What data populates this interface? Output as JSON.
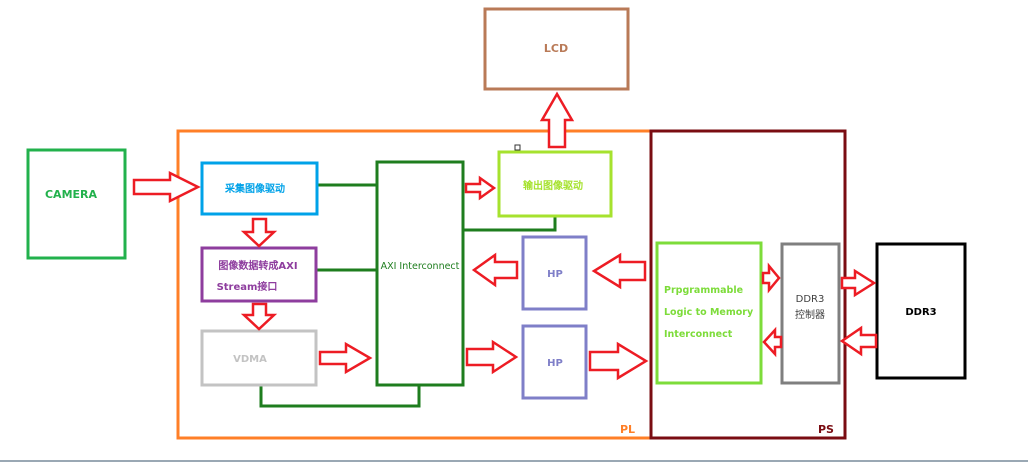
{
  "colors": {
    "camera": "#22b14c",
    "capture": "#00a2e8",
    "convert": "#8e3d9e",
    "vdma": "#c3c3c3",
    "axi": "#1e7d1e",
    "output": "#a6e22e",
    "lcd": "#b97a57",
    "hp": "#7f7fc8",
    "pl": "#ff7f27",
    "ps": "#7a0c12",
    "ptm": "#7ddc3a",
    "ddrctrl": "#7f7f7f",
    "ddr3": "#000000",
    "arrow_fill": "#ffffff",
    "arrow_stroke": "#ed1c24",
    "wire": "#1e7d1e"
  },
  "blocks": {
    "camera": "CAMERA",
    "capture": "采集图像驱动",
    "convert_line1": "图像数据转成AXI",
    "convert_line2": "Stream接口",
    "vdma": "VDMA",
    "axi": "AXI Interconnect",
    "output": "输出图像驱动",
    "lcd": "LCD",
    "hp_top": "HP",
    "hp_bottom": "HP",
    "ptm_line1": "Prpgrammable",
    "ptm_line2": "Logic to Memory",
    "ptm_line3": "Interconnect",
    "ddrctrl_line1": "DDR3",
    "ddrctrl_line2": "控制器",
    "ddr3": "DDR3",
    "pl": "PL",
    "ps": "PS"
  }
}
